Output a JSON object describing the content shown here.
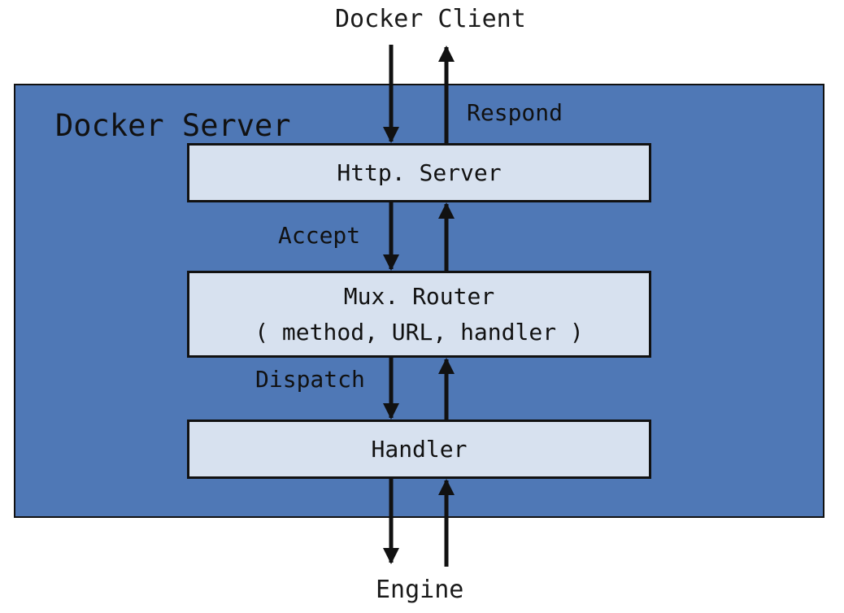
{
  "external": {
    "client": "Docker Client",
    "engine": "Engine"
  },
  "server": {
    "title": "Docker Server"
  },
  "stages": {
    "http": {
      "label": "Http. Server"
    },
    "mux": {
      "label": "Mux. Router",
      "sublabel": "( method, URL, handler )"
    },
    "handler": {
      "label": "Handler"
    }
  },
  "flow_labels": {
    "respond": "Respond",
    "accept": "Accept",
    "dispatch": "Dispatch"
  },
  "colors": {
    "server_fill": "#4f78b6",
    "stage_fill": "#d7e1ef",
    "stroke": "#111111"
  }
}
